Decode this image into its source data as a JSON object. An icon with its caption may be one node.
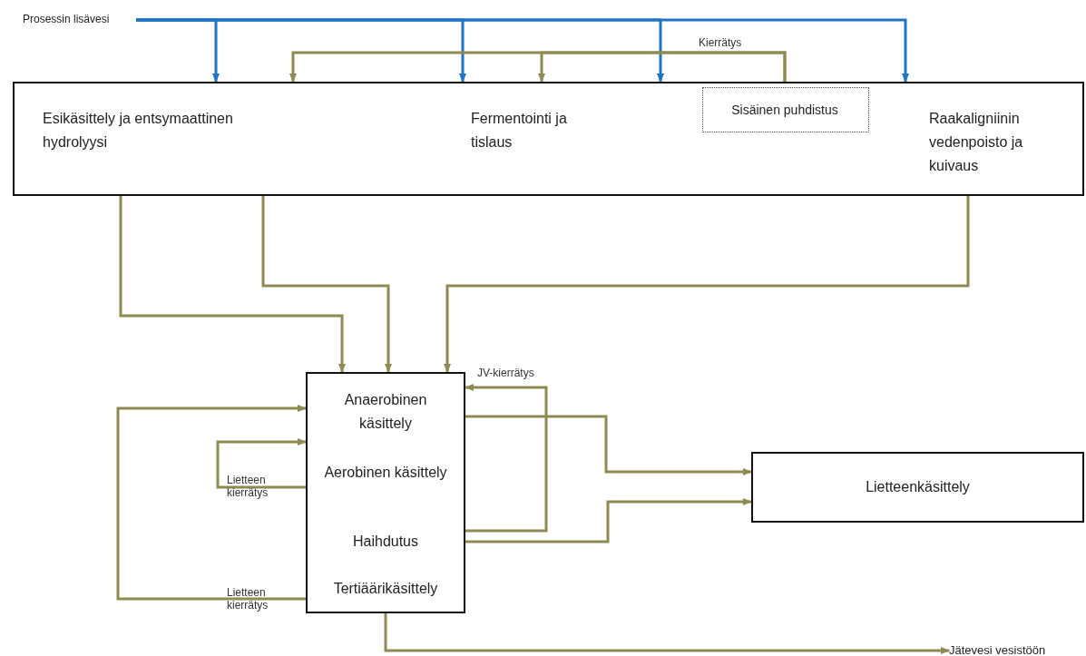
{
  "diagram": {
    "nodes": [
      {
        "text": [
          "Prosessin lisävesi"
        ]
      },
      {
        "text": [
          "Esikäsittely ja entsymaattinen hydrolyysi",
          "Fermentointi ja tislaus",
          "Raakaligniinin vedenpoisto ja kuivaus"
        ]
      },
      {
        "text": [
          "Sisäinen puhdistus"
        ],
        "in": 1
      },
      {
        "text": [
          "Anaerobinen käsittely",
          "Aerobinen käsittely",
          "Haihdutus",
          "Tertiäärikäsittely"
        ]
      },
      {
        "text": [
          "Lietteenkäsittely"
        ]
      },
      {
        "text": [
          "Jätevesi vesistöön"
        ]
      }
    ],
    "edges": [
      {
        "from": 0,
        "to": 1,
        "arrow": "to",
        "color": "#1f74c6"
      },
      {
        "from": 0,
        "to": 1,
        "arrow": "to",
        "color": "#1f74c6"
      },
      {
        "from": 0,
        "to": 1,
        "arrow": "to",
        "color": "#1f74c6"
      },
      {
        "from": 0,
        "to": 1,
        "arrow": "to",
        "color": "#1f74c6"
      },
      {
        "from": 2,
        "to": 1,
        "arrow": "to",
        "label": "Kierrätys"
      },
      {
        "from": 2,
        "to": 1,
        "arrow": "to"
      },
      {
        "from": 1,
        "to": 3,
        "arrow": "to"
      },
      {
        "from": 1,
        "to": 3,
        "arrow": "to"
      },
      {
        "from": 1,
        "to": 3,
        "arrow": "to"
      },
      {
        "from": 3,
        "to": 3,
        "arrow": "to",
        "label": "JV-kierrätys"
      },
      {
        "from": 3,
        "to": 3,
        "arrow": "to",
        "label": "Lietteen kierrätys"
      },
      {
        "from": 3,
        "to": 3,
        "arrow": "to",
        "label": "Lietteen kierrätys"
      },
      {
        "from": 3,
        "to": 4,
        "arrow": "to"
      },
      {
        "from": 3,
        "to": 4,
        "arrow": "to"
      },
      {
        "from": 3,
        "to": 5,
        "arrow": "to"
      }
    ]
  }
}
